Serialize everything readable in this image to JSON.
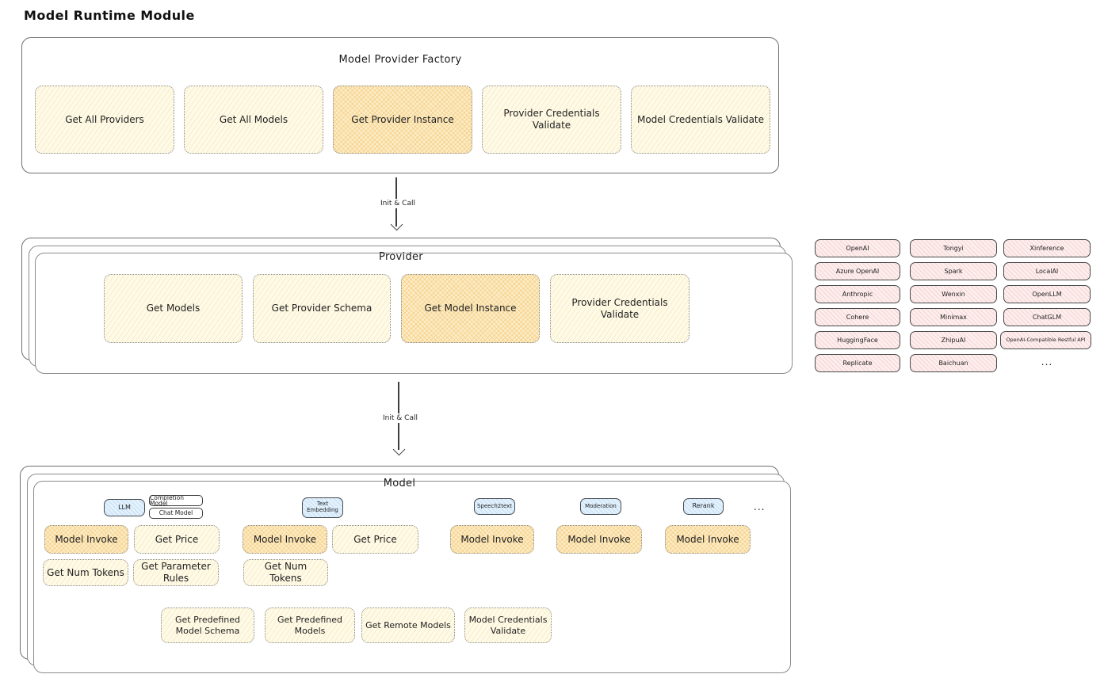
{
  "page_title": "Model Runtime Module",
  "colors": {
    "yellow_fill": "#fefae8",
    "orange_fill": "#fbecc5",
    "blue_fill": "#e3f1fc",
    "pink_fill": "#fdeeee",
    "border": "#6f6f6f",
    "text": "#1f1f1f"
  },
  "factory": {
    "title": "Model Provider Factory",
    "items": [
      {
        "label": "Get All Providers",
        "highlight": false
      },
      {
        "label": "Get All Models",
        "highlight": false
      },
      {
        "label": "Get Provider Instance",
        "highlight": true
      },
      {
        "label": "Provider Credentials Validate",
        "highlight": false
      },
      {
        "label": "Model Credentials Validate",
        "highlight": false
      }
    ]
  },
  "arrows": {
    "init_call_1": "Init & Call",
    "init_call_2": "Init & Call"
  },
  "provider": {
    "title": "Provider",
    "items": [
      {
        "label": "Get Models",
        "highlight": false
      },
      {
        "label": "Get Provider Schema",
        "highlight": false
      },
      {
        "label": "Get Model Instance",
        "highlight": true
      },
      {
        "label": "Provider Credentials Validate",
        "highlight": false
      }
    ]
  },
  "providers_list": {
    "rows": [
      [
        "OpenAI",
        "Tongyi",
        "Xinference"
      ],
      [
        "Azure OpenAI",
        "Spark",
        "LocalAI"
      ],
      [
        "Anthropic",
        "Wenxin",
        "OpenLLM"
      ],
      [
        "Cohere",
        "Minimax",
        "ChatGLM"
      ],
      [
        "HuggingFace",
        "ZhipuAI",
        "OpenAI-Compatible Restful API"
      ],
      [
        "Replicate",
        "Baichuan"
      ]
    ],
    "more": "..."
  },
  "model": {
    "title": "Model",
    "types": {
      "llm": "LLM",
      "llm_tags": [
        "Completion Model",
        "Chat Model"
      ],
      "text_embedding": "Text Embedding",
      "speech2text": "Speech2text",
      "moderation": "Moderation",
      "rerank": "Rerank",
      "more": "..."
    },
    "functions": {
      "model_invoke": "Model Invoke",
      "get_price": "Get Price",
      "get_num_tokens": "Get Num Tokens",
      "get_parameter_rules": "Get Parameter Rules"
    },
    "bottom": [
      "Get Predefined Model Schema",
      "Get Predefined Models",
      "Get Remote Models",
      "Model Credentials Validate"
    ]
  }
}
